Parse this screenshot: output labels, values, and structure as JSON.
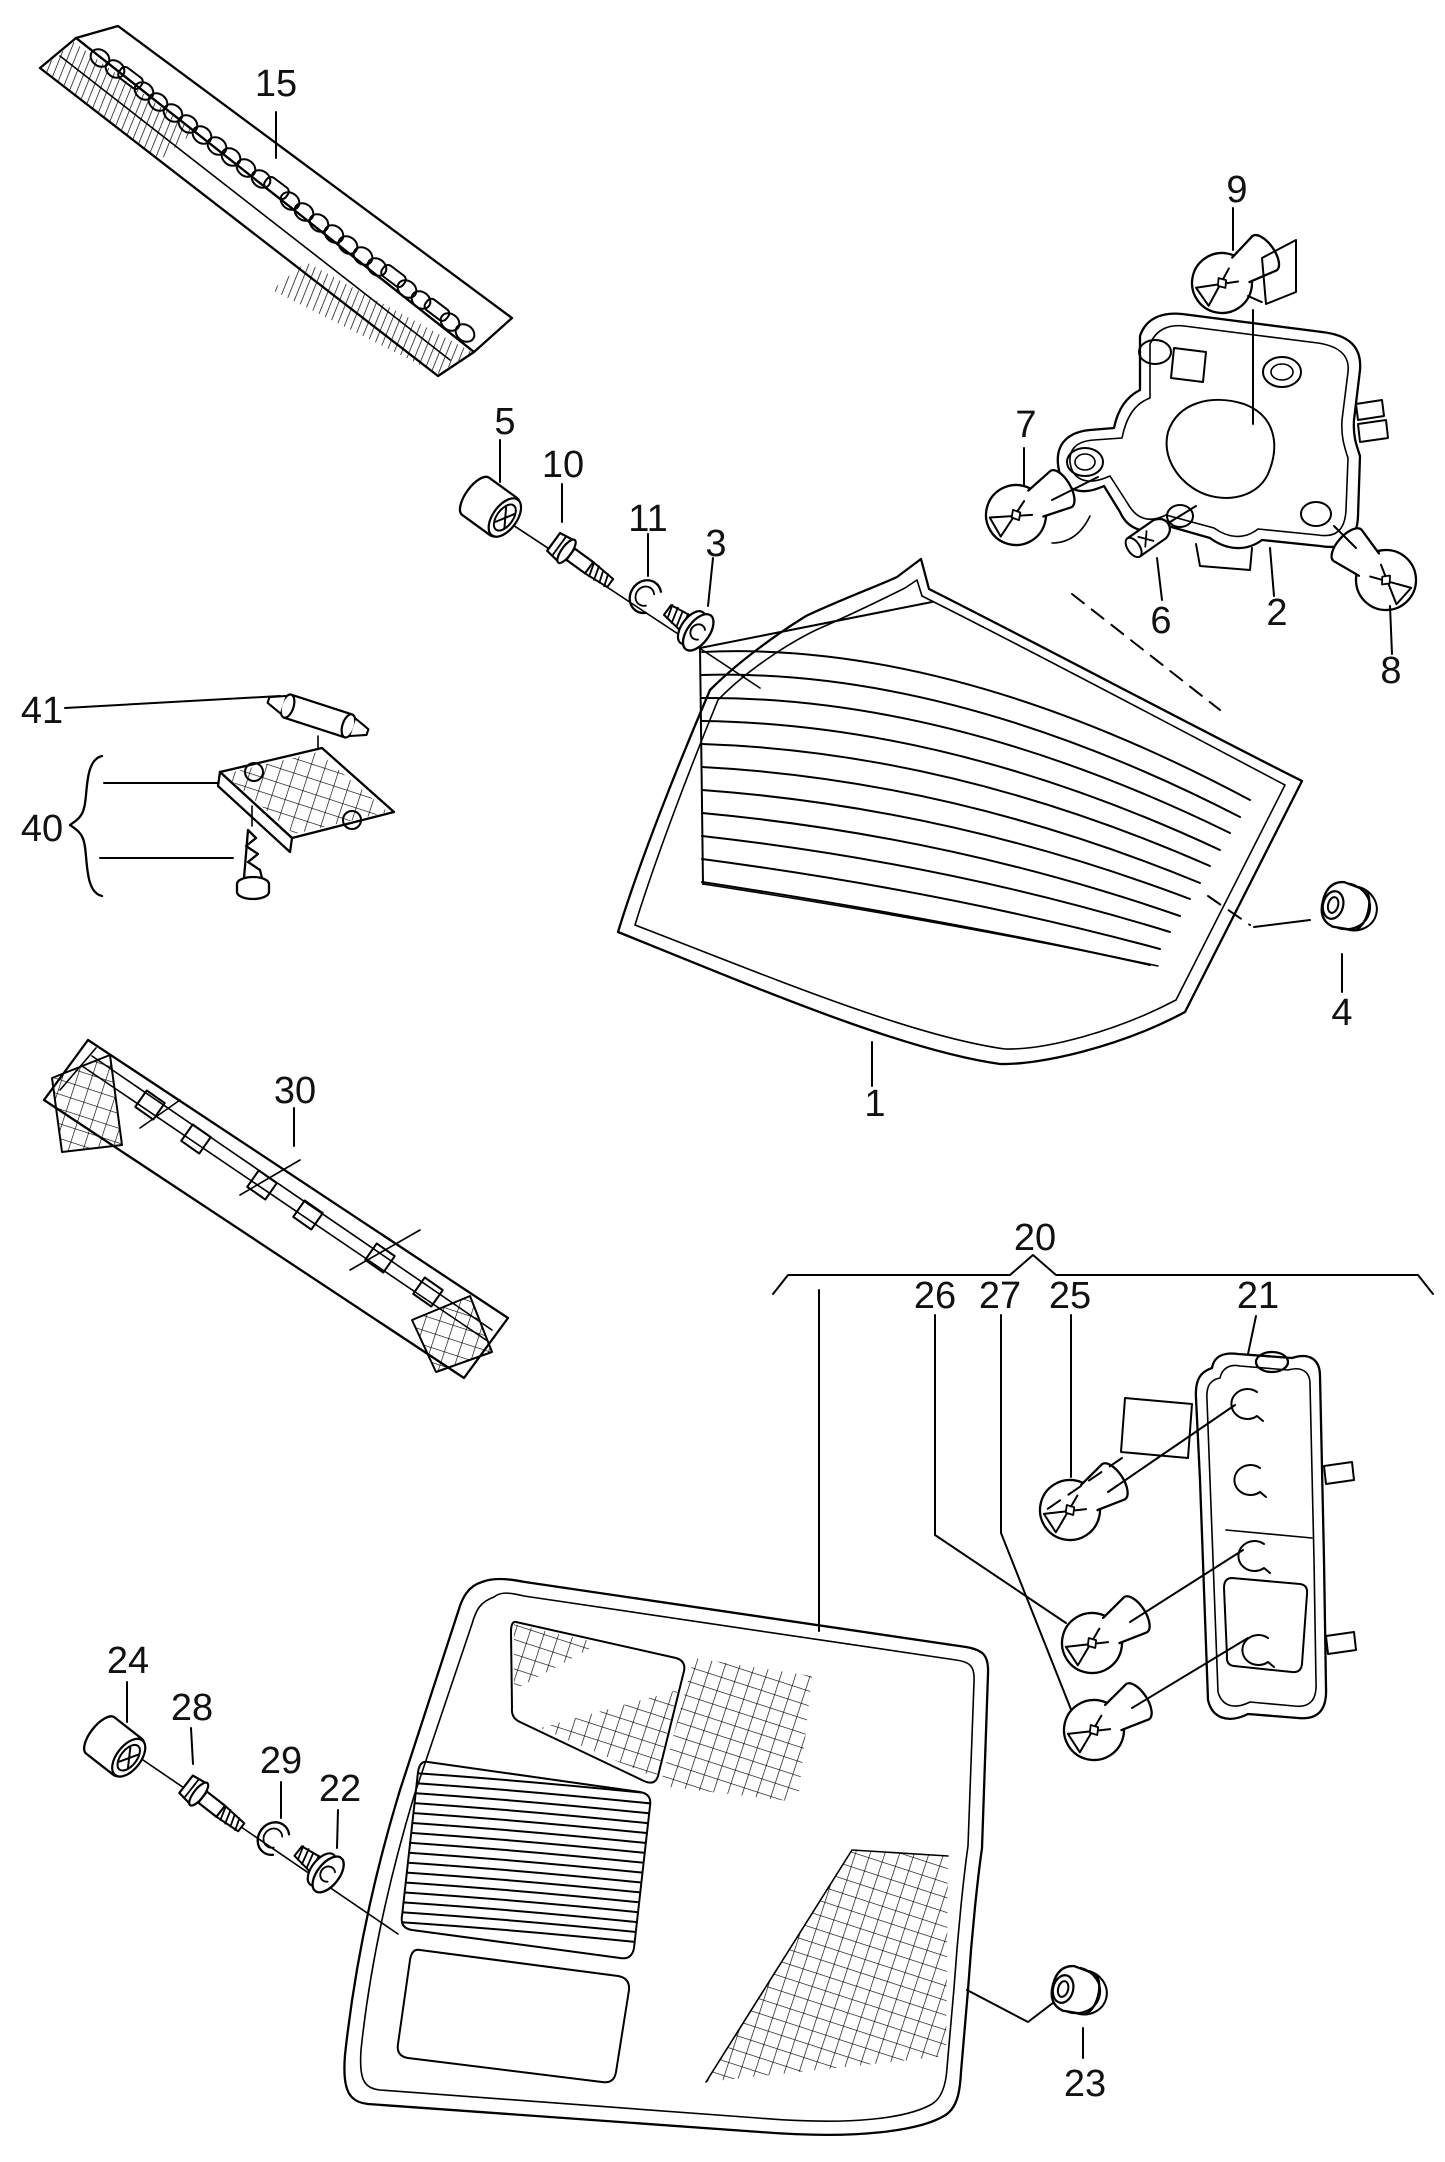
{
  "diagram": {
    "type": "exploded-parts-diagram",
    "subject": "tail-light assembly line drawing",
    "colors": {
      "background": "#ffffff",
      "line_color": "#000000",
      "label_color": "#111111"
    },
    "callouts": [
      {
        "label": "15"
      },
      {
        "label": "5"
      },
      {
        "label": "10"
      },
      {
        "label": "11"
      },
      {
        "label": "3"
      },
      {
        "label": "41"
      },
      {
        "label": "40"
      },
      {
        "label": "9"
      },
      {
        "label": "7"
      },
      {
        "label": "6"
      },
      {
        "label": "2"
      },
      {
        "label": "8"
      },
      {
        "label": "1"
      },
      {
        "label": "4"
      },
      {
        "label": "30"
      },
      {
        "label": "20"
      },
      {
        "label": "26"
      },
      {
        "label": "27"
      },
      {
        "label": "25"
      },
      {
        "label": "21"
      },
      {
        "label": "24"
      },
      {
        "label": "28"
      },
      {
        "label": "29"
      },
      {
        "label": "22"
      },
      {
        "label": "23"
      }
    ]
  }
}
